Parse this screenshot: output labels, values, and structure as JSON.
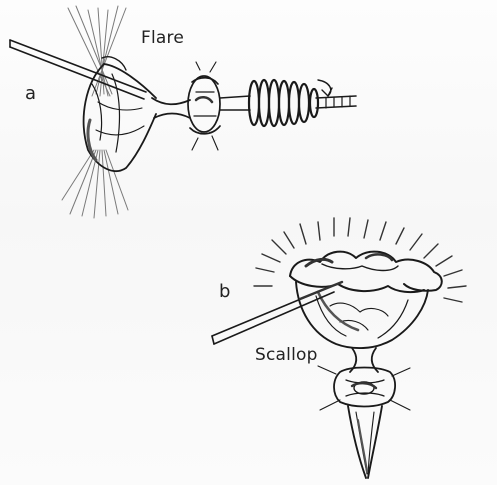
{
  "figure": {
    "panel_a": {
      "letter": "a",
      "caption": "Flare"
    },
    "panel_b": {
      "letter": "b",
      "caption": "Scallop"
    }
  },
  "colors": {
    "ink": "#1a1a1a",
    "paper": "#ffffff",
    "shade": "#555555"
  }
}
